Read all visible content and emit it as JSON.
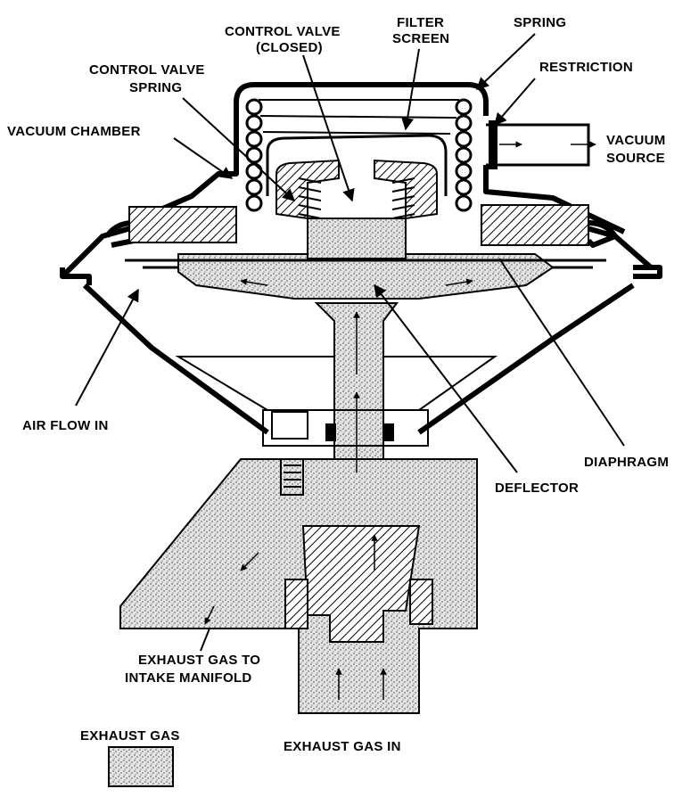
{
  "labels": {
    "control_valve_closed_1": "CONTROL VALVE",
    "control_valve_closed_2": "(CLOSED)",
    "filter_screen_1": "FILTER",
    "filter_screen_2": "SCREEN",
    "spring": "SPRING",
    "restriction": "RESTRICTION",
    "control_valve_spring_1": "CONTROL VALVE",
    "control_valve_spring_2": "SPRING",
    "vacuum_chamber": "VACUUM CHAMBER",
    "vacuum_source_1": "VACUUM",
    "vacuum_source_2": "SOURCE",
    "air_flow_in": "AIR FLOW IN",
    "diaphragm": "DIAPHRAGM",
    "deflector": "DEFLECTOR",
    "exhaust_gas_to_1": "EXHAUST GAS TO",
    "exhaust_gas_to_2": "INTAKE MANIFOLD",
    "exhaust_gas_in": "EXHAUST GAS IN",
    "legend_exhaust_gas": "EXHAUST GAS"
  },
  "colors": {
    "ink": "#000000",
    "paper": "#ffffff",
    "stipple": "#9a9a9a"
  }
}
